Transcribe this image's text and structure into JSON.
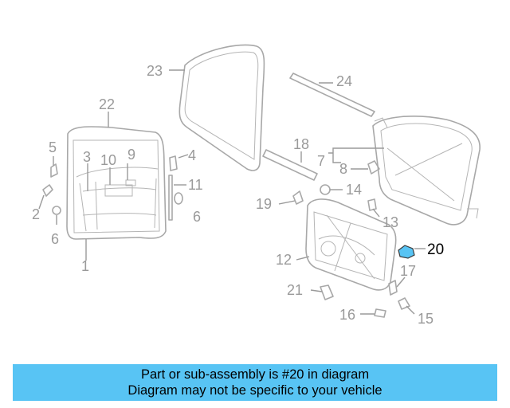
{
  "diagram": {
    "callouts": {
      "c1": "1",
      "c2": "2",
      "c3": "3",
      "c4": "4",
      "c5": "5",
      "c6a": "6",
      "c6b": "6",
      "c7": "7",
      "c8": "8",
      "c9": "9",
      "c10": "10",
      "c11": "11",
      "c12": "12",
      "c13": "13",
      "c14": "14",
      "c15": "15",
      "c16": "16",
      "c17": "17",
      "c18": "18",
      "c19": "19",
      "c20": "20",
      "c21": "21",
      "c22": "22",
      "c23": "23",
      "c24": "24"
    },
    "highlight_part": "20",
    "highlight_color": "#58c4f4",
    "line_color": "#a8a8a8"
  },
  "banner": {
    "line1": "Part or sub-assembly is #20 in diagram",
    "line2": "Diagram may not be specific to your vehicle",
    "background": "#58c4f4"
  }
}
